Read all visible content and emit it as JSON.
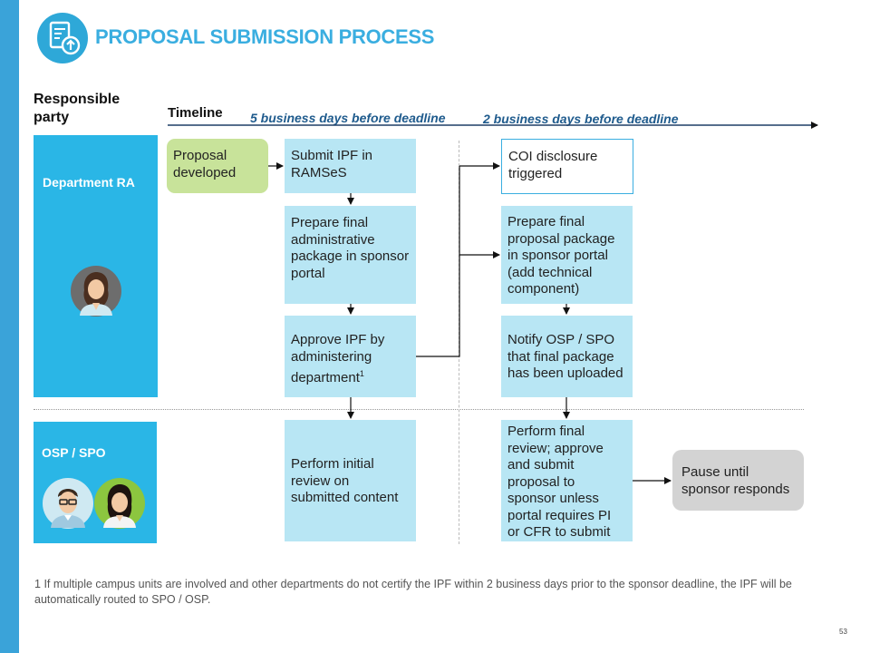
{
  "title": "PROPOSAL SUBMISSION PROCESS",
  "responsible_party_label": "Responsible party",
  "timeline": {
    "label": "Timeline",
    "marker_1": "5 business days before deadline",
    "marker_2": "2 business days before deadline"
  },
  "lanes": {
    "dept": "Department RA",
    "osp": "OSP / SPO"
  },
  "boxes": {
    "proposal_developed": "Proposal developed",
    "submit_ipf": "Submit IPF in RAMSeS",
    "prepare_admin": "Prepare final administrative package in sponsor portal",
    "approve_ipf": "Approve IPF by administering department",
    "approve_ipf_sup": "1",
    "perform_initial": "Perform initial review on submitted content",
    "coi": "COI disclosure triggered",
    "prepare_final": "Prepare final proposal package in sponsor portal (add technical component)",
    "notify": "Notify OSP / SPO that final package has been uploaded",
    "final_review": "Perform final review; approve and submit proposal to sponsor unless portal requires PI or CFR to submit",
    "pause": "Pause until sponsor responds"
  },
  "footnote": {
    "number": "1",
    "text": "If multiple campus units are involved and other departments do not certify the IPF within 2 business days prior to the sponsor deadline, the IPF will be automatically routed to SPO / OSP."
  },
  "page_number": "53",
  "colors": {
    "accent": "#3aaee0",
    "lane": "#2ab6e6",
    "box": "#b8e6f4",
    "green_box": "#c8e39a",
    "grey_box": "#d3d3d3",
    "timeline_text": "#1f5b8d",
    "arrow": "#111111"
  },
  "icons": [
    "document-upload-icon",
    "female-avatar-icon",
    "male-glasses-avatar-icon"
  ]
}
